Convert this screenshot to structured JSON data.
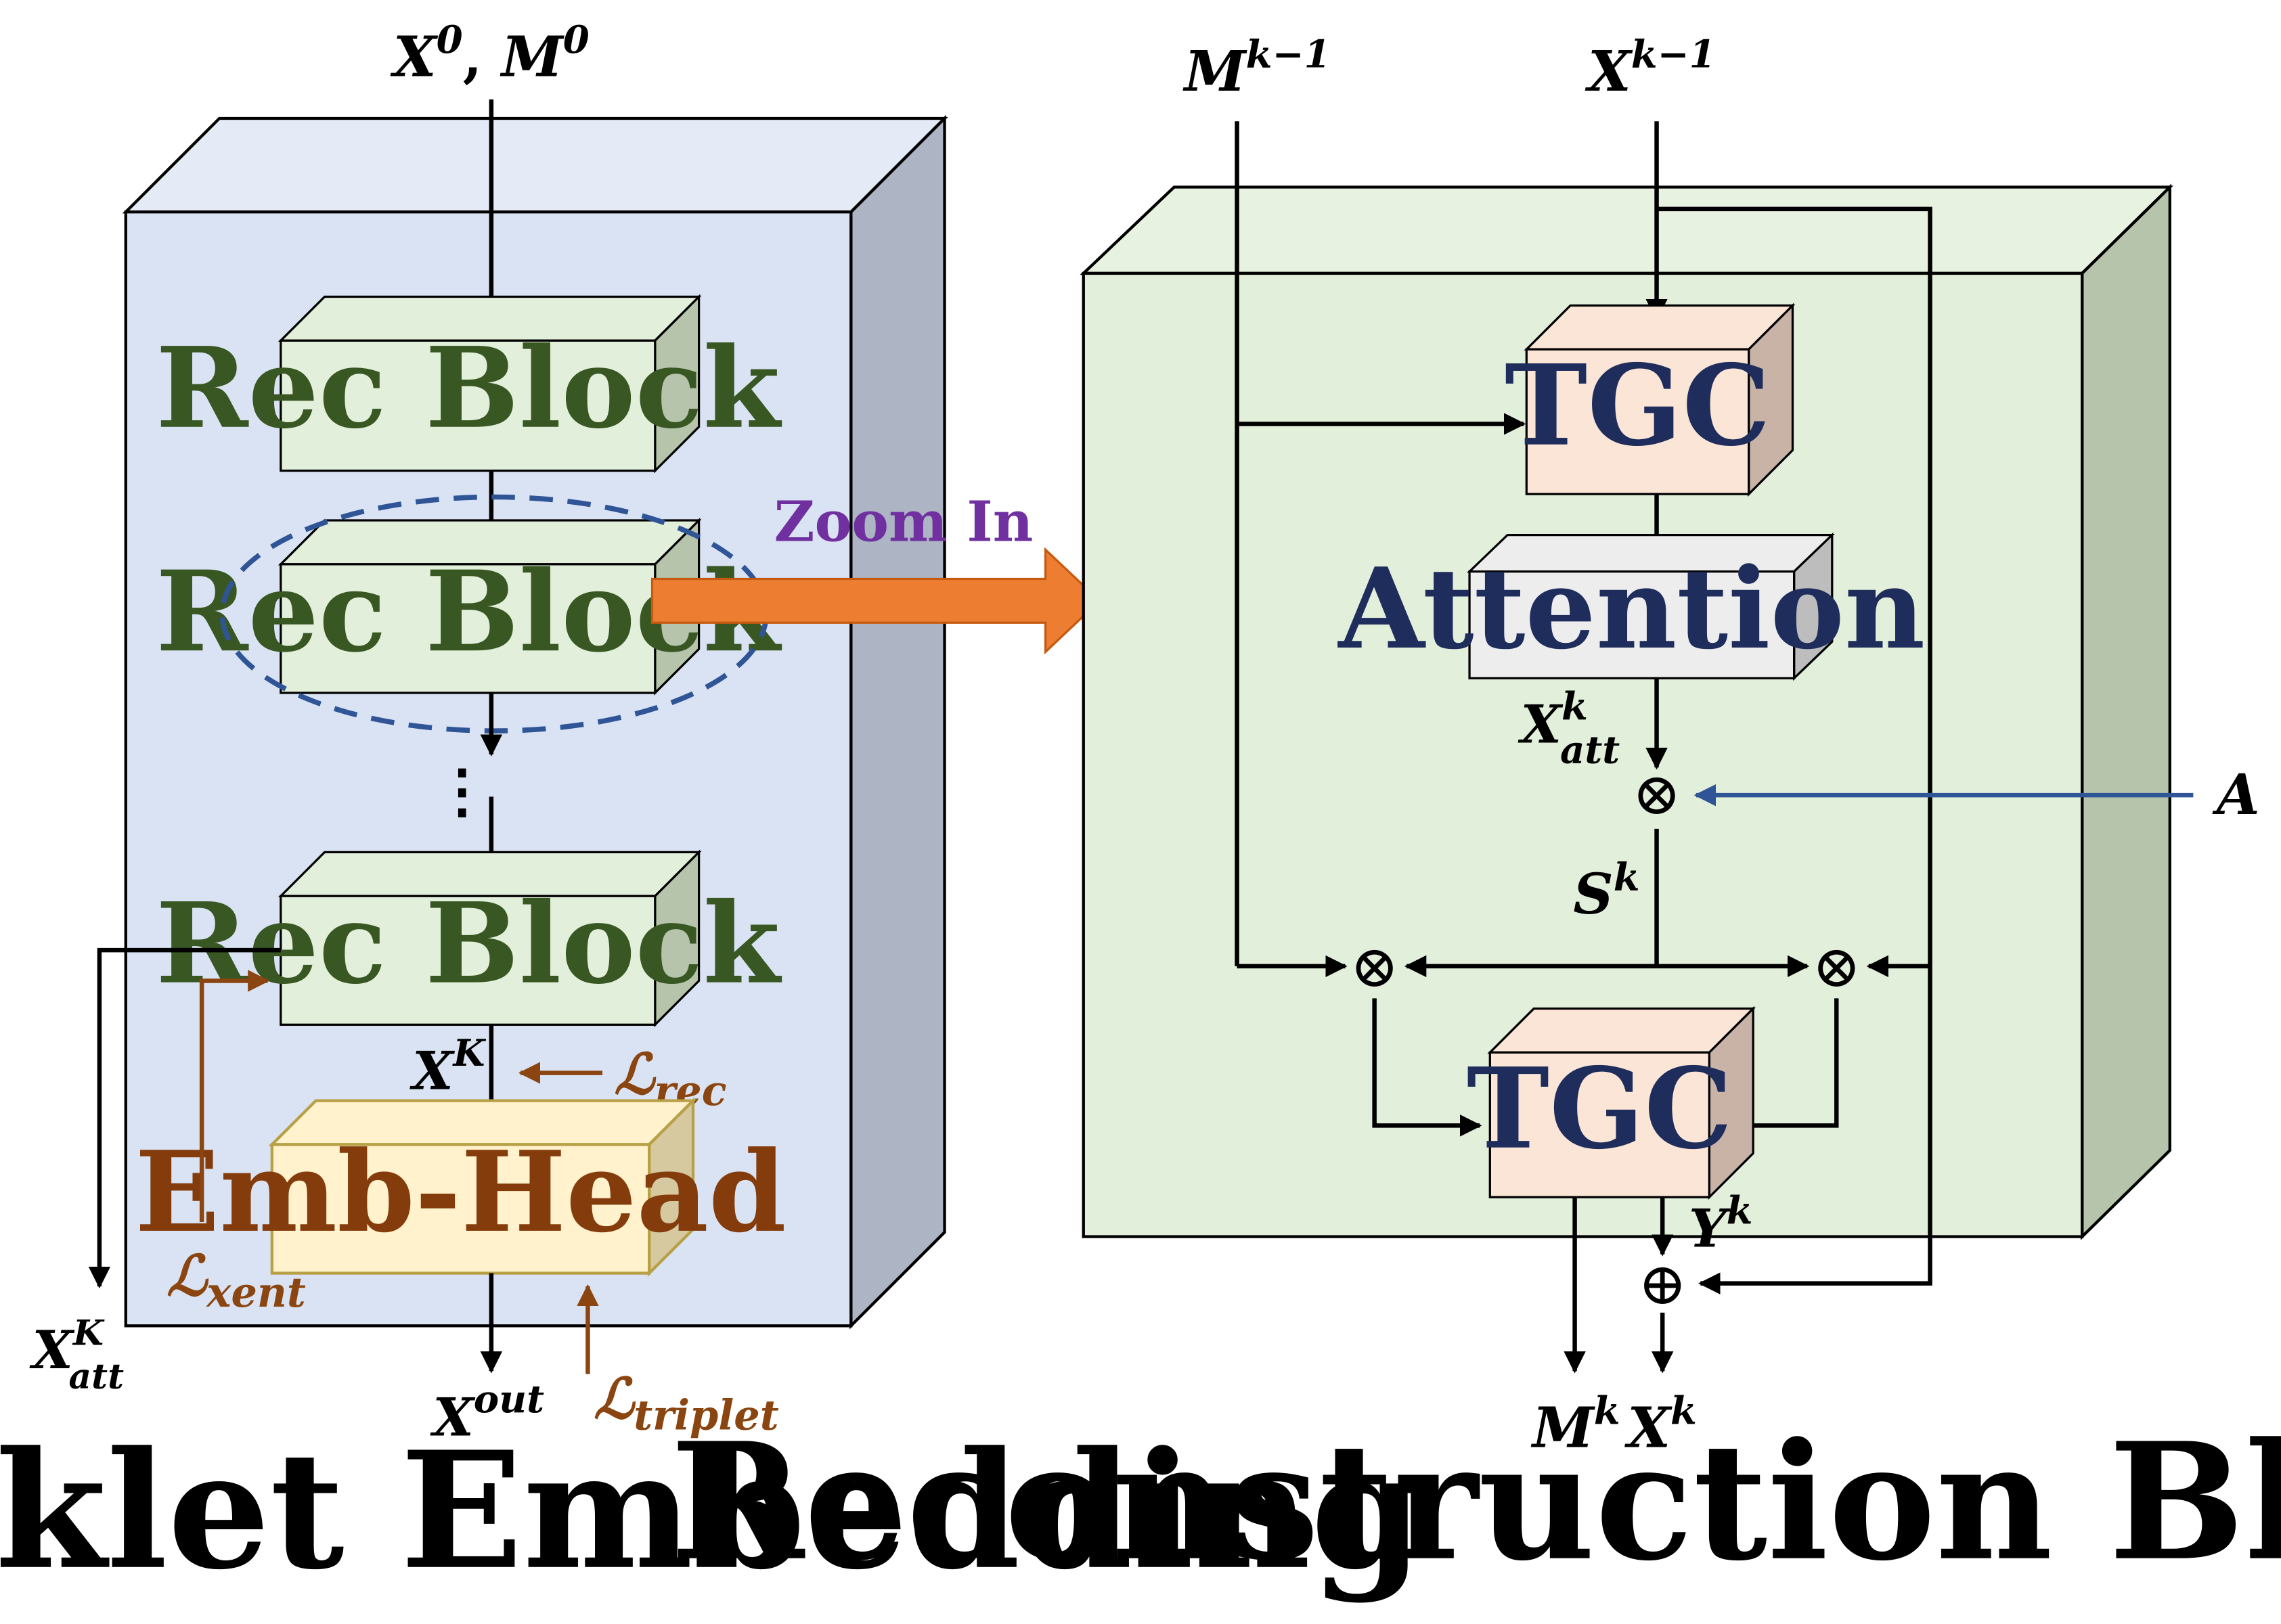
{
  "titles": {
    "left": "Tracklet Embedding",
    "right": "Reconstruction Block"
  },
  "zoom_label": "Zoom In",
  "left_panel": {
    "input_label": {
      "x": "X",
      "x_sup": "0",
      "sep": ", ",
      "m": "M",
      "m_sup": "0"
    },
    "rec_block_labels": [
      "Rec Block",
      "Rec Block",
      "Rec Block"
    ],
    "ellipsis": "⋮",
    "emb_head_label": "Emb-Head",
    "xk_label": {
      "base": "X",
      "sup": "K"
    },
    "xatt_label": {
      "base": "X",
      "sup": "K",
      "sub": "att"
    },
    "xout_label": {
      "base": "X",
      "sup": "out"
    },
    "losses": {
      "rec": {
        "symbol": "ℒ",
        "sub": "rec"
      },
      "xent": {
        "symbol": "ℒ",
        "sub": "xent"
      },
      "triplet": {
        "symbol": "ℒ",
        "sub": "triplet"
      }
    }
  },
  "right_panel": {
    "m_input": {
      "base": "M",
      "sup": "k−1"
    },
    "x_input": {
      "base": "X",
      "sup": "k−1"
    },
    "tgc_top_label": "TGC",
    "attention_label": "Attention",
    "tgc_bottom_label": "TGC",
    "xatt_label": {
      "base": "X",
      "sup": "k",
      "sub": "att"
    },
    "s_label": {
      "base": "S",
      "sup": "k"
    },
    "a_label": "A",
    "y_label": {
      "base": "Y",
      "sup": "k"
    },
    "m_output": {
      "base": "M",
      "sup": "k"
    },
    "x_output": {
      "base": "X",
      "sup": "k"
    },
    "otimes": "⊗",
    "oplus": "⊕"
  },
  "colors": {
    "left_box_front": "#dae3f3",
    "left_box_top": "#e5ebf6",
    "left_box_side": "#adb4c3",
    "right_box_front": "#e2efda",
    "right_box_top": "#e8f2e1",
    "right_box_side": "#b5c4aa",
    "rec_block_front": "#e2efda",
    "rec_block_side": "#b5c4aa",
    "rec_block_text": "#385723",
    "emb_head_front": "#fff2cc",
    "emb_head_side": "#d6c9a0",
    "emb_head_stroke": "#b8a046",
    "emb_head_text": "#843c0c",
    "tgc_front": "#fbe5d6",
    "tgc_side": "#c9b3a6",
    "attention_front": "#ededed",
    "attention_side": "#bdbdbd",
    "module_text": "#1f2d5c",
    "zoom_text": "#7030a0",
    "zoom_arrow": "#ed7d31",
    "loss_color": "#8a4510",
    "a_arrow": "#2f5597",
    "dashed_ellipse": "#2f5597"
  }
}
